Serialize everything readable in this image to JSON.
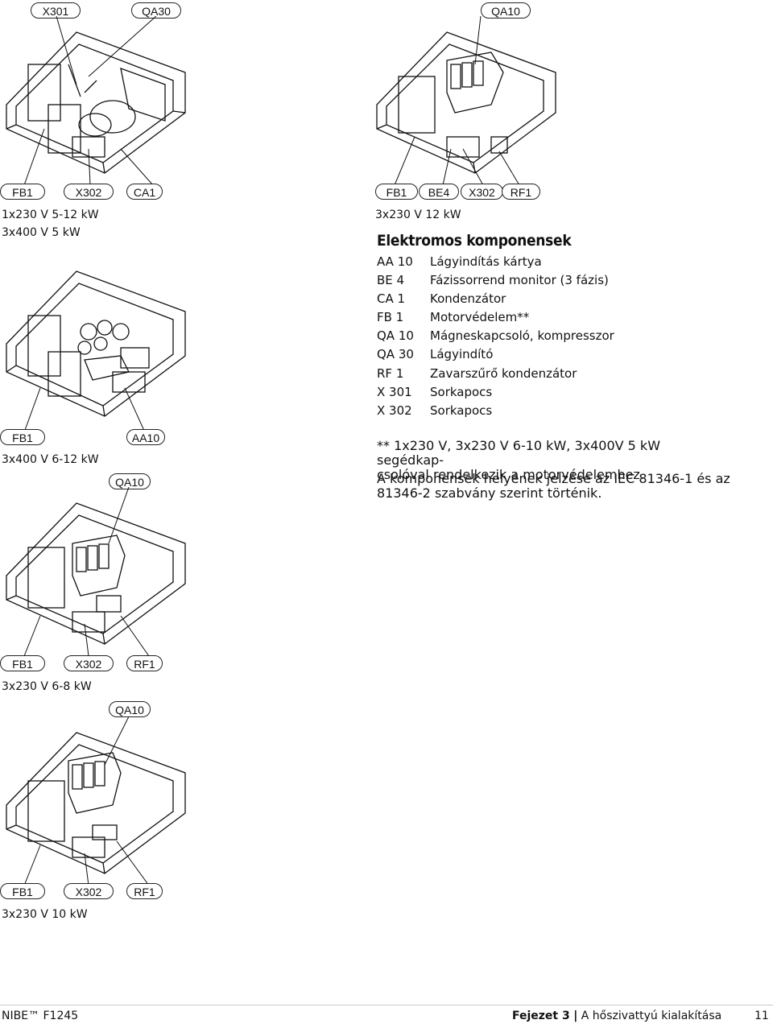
{
  "labels": {
    "d1_x301": "X301",
    "d1_qa30": "QA30",
    "d2_qa10": "QA10",
    "d1_fb1": "FB1",
    "d1_x302": "X302",
    "d1_ca1": "CA1",
    "d2_fb1": "FB1",
    "d2_be4": "BE4",
    "d2_x302": "X302",
    "d2_rf1": "RF1",
    "d3_fb1": "FB1",
    "d3_aa10": "AA10",
    "d3_qa10": "QA10",
    "d4_fb1": "FB1",
    "d4_x302": "X302",
    "d4_rf1": "RF1",
    "d4_qa10": "QA10",
    "d5_fb1": "FB1",
    "d5_x302": "X302",
    "d5_rf1": "RF1"
  },
  "captions": {
    "d1_line1": "1x230 V 5-12 kW",
    "d1_line2": "3x400 V 5 kW",
    "d2": "3x230 V 12 kW",
    "d3": "3x400 V 6-12 kW",
    "d4": "3x230 V 6-8 kW",
    "d5": "3x230 V 10 kW"
  },
  "legend": {
    "title": "Elektromos komponensek",
    "items": [
      {
        "code": "AA 10",
        "desc": "Lágyindítás kártya"
      },
      {
        "code": "BE 4",
        "desc": "Fázissorrend monitor (3 fázis)"
      },
      {
        "code": "CA 1",
        "desc": "Kondenzátor"
      },
      {
        "code": "FB 1",
        "desc": "Motorvédelem**"
      },
      {
        "code": "QA 10",
        "desc": "Mágneskapcsoló, kompresszor"
      },
      {
        "code": "QA 30",
        "desc": "Lágyindító"
      },
      {
        "code": "RF 1",
        "desc": "Zavarszűrő kondenzátor"
      },
      {
        "code": "X 301",
        "desc": "Sorkapocs"
      },
      {
        "code": "X 302",
        "desc": "Sorkapocs"
      }
    ]
  },
  "notes": {
    "n1_line1": "** 1x230 V, 3x230 V 6-10 kW, 3x400V 5 kW segédkap-",
    "n1_line2": "csolóval rendelkezik a motorvédelemhez.",
    "n2_line1": "A komponensek helyének jelzése az IEC 81346-1 és az",
    "n2_line2": "81346-2 szabvány szerint történik."
  },
  "footer": {
    "brand": "NIBE™ F1245",
    "chapter": "Fejezet 3",
    "separator": "|",
    "section": "A hőszivattyú kialakítása",
    "page": "11"
  }
}
